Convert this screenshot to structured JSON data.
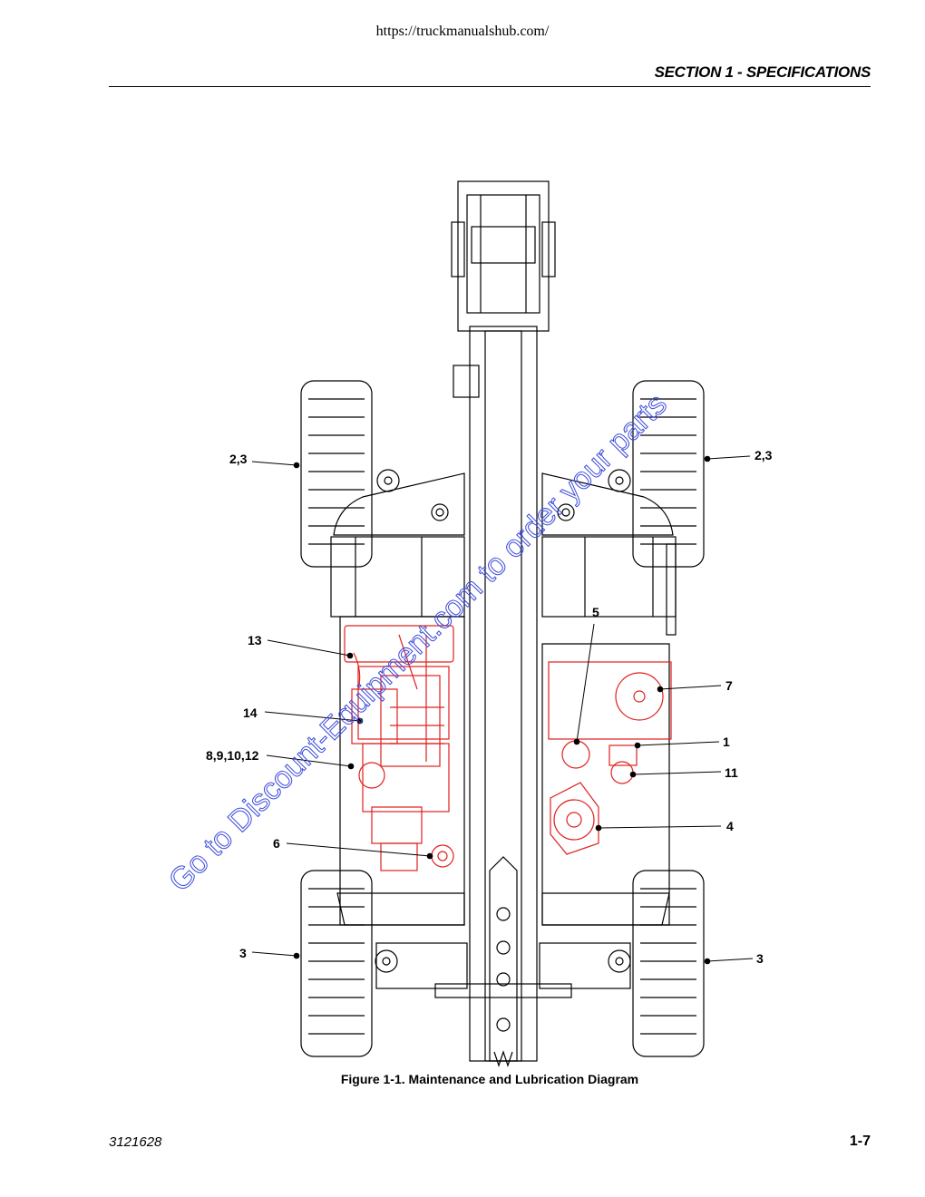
{
  "header": {
    "url": "https://truckmanualshub.com/",
    "section": "SECTION 1 - SPECIFICATIONS"
  },
  "figure": {
    "caption": "Figure 1-1.  Maintenance and Lubrication Diagram",
    "callouts": {
      "c23_left": "2,3",
      "c23_right": "2,3",
      "c13": "13",
      "c14": "14",
      "c891012": "8,9,10,12",
      "c6": "6",
      "c5": "5",
      "c7": "7",
      "c1": "1",
      "c11": "11",
      "c4": "4",
      "c3_left": "3",
      "c3_right": "3"
    },
    "watermark": "Go to Discount-Equipment.com to order your parts"
  },
  "footer": {
    "doc_number": "3121628",
    "page_number": "1-7"
  },
  "colors": {
    "highlight": "#e0201e",
    "watermark": "#3b4bd9"
  }
}
